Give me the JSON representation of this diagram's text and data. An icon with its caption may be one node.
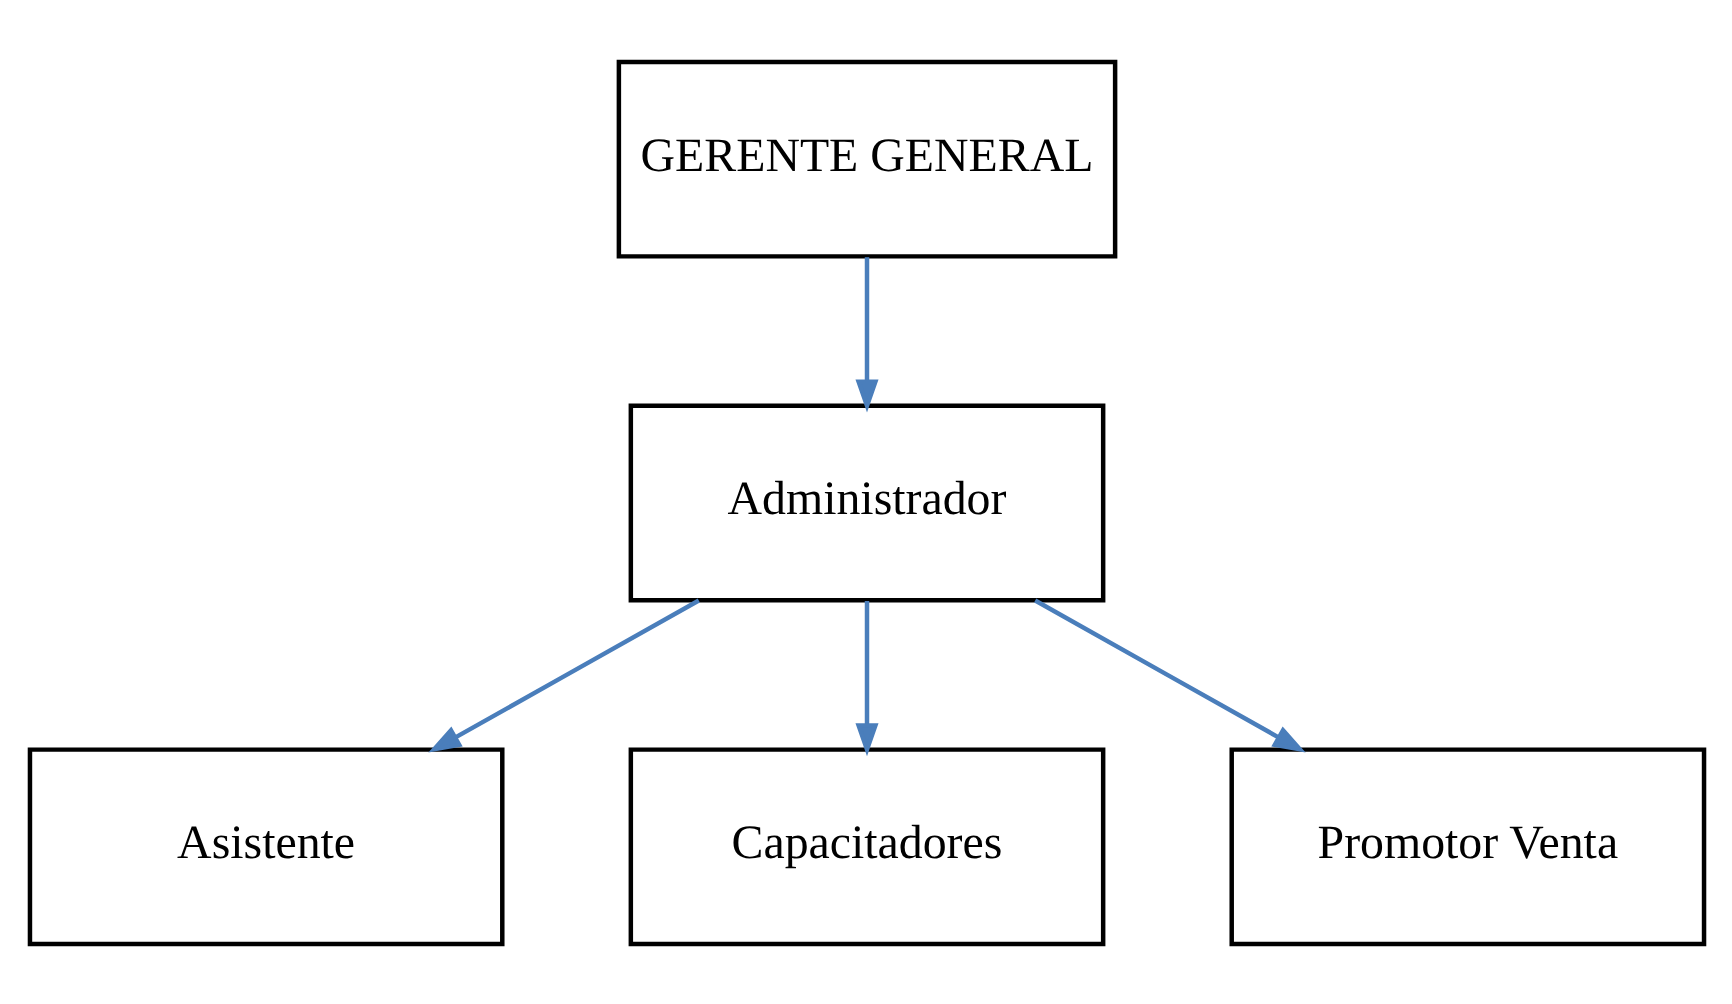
{
  "diagram": {
    "nodes": [
      {
        "text": [
          "GERENTE GENERAL"
        ]
      },
      {
        "text": [
          "Administrador"
        ]
      },
      {
        "text": [
          "Asistente"
        ]
      },
      {
        "text": [
          "Capacitadores"
        ]
      },
      {
        "text": [
          "Promotor Venta"
        ]
      }
    ],
    "edges": [
      {
        "from": 0,
        "to": 1,
        "arrow": "to"
      },
      {
        "from": 1,
        "to": 2,
        "arrow": "to"
      },
      {
        "from": 1,
        "to": 3,
        "arrow": "to"
      },
      {
        "from": 1,
        "to": 4,
        "arrow": "to"
      }
    ]
  }
}
